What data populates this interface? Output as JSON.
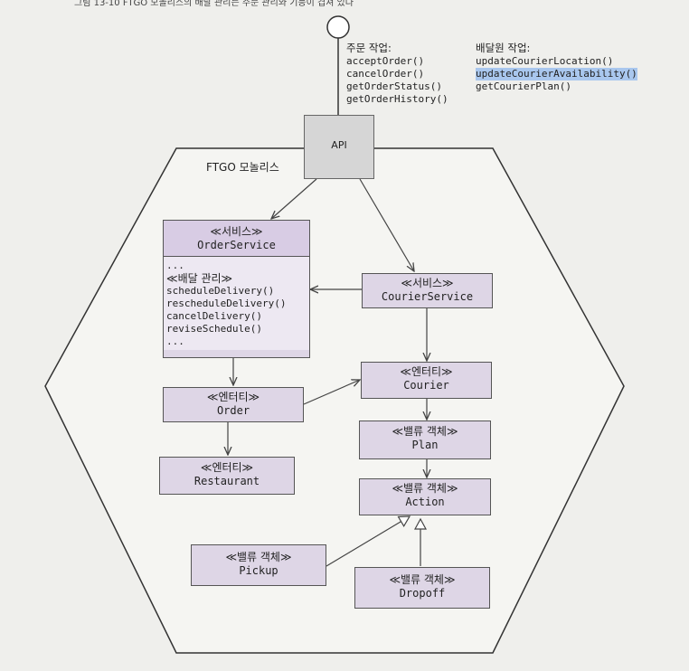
{
  "caption": "그림 13-10 FTGO 모놀리스의 배달 관리는 주문 관리와 기능이 겹쳐 있다",
  "api": {
    "label": "API",
    "order_ops_title": "주문 작업:",
    "order_ops": [
      "acceptOrder()",
      "cancelOrder()",
      "getOrderStatus()",
      "getOrderHistory()"
    ],
    "courier_ops_title": "배달원 작업:",
    "courier_ops": [
      "updateCourierLocation()",
      "updateCourierAvailability()",
      "getCourierPlan()"
    ]
  },
  "monolith_label": "FTGO 모놀리스",
  "order_service": {
    "stereotype": "≪서비스≫",
    "name": "OrderService",
    "ellipsis": "...",
    "section": "≪배달 관리≫",
    "ops": [
      "scheduleDelivery()",
      "rescheduleDelivery()",
      "cancelDelivery()",
      "reviseSchedule()"
    ],
    "ellipsis_end": "..."
  },
  "courier_service": {
    "stereotype": "≪서비스≫",
    "name": "CourierService"
  },
  "order": {
    "stereotype": "≪엔터티≫",
    "name": "Order"
  },
  "restaurant": {
    "stereotype": "≪엔터티≫",
    "name": "Restaurant"
  },
  "courier": {
    "stereotype": "≪엔터티≫",
    "name": "Courier"
  },
  "plan": {
    "stereotype": "≪밸류 객체≫",
    "name": "Plan"
  },
  "action": {
    "stereotype": "≪밸류 객체≫",
    "name": "Action"
  },
  "pickup": {
    "stereotype": "≪밸류 객체≫",
    "name": "Pickup"
  },
  "dropoff": {
    "stereotype": "≪밸류 객체≫",
    "name": "Dropoff"
  },
  "colors": {
    "box_fill": "#ded6e6",
    "api_fill": "#d6d6d6",
    "highlight": "#a9c7ee"
  }
}
